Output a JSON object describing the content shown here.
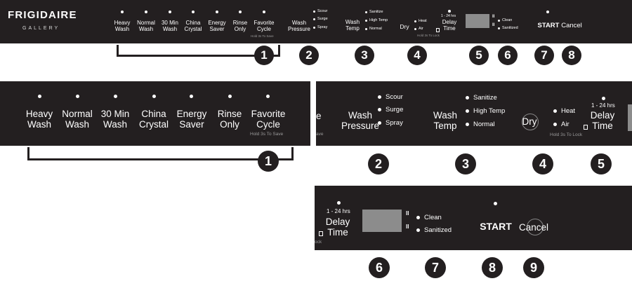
{
  "brand": {
    "name": "FRIGIDAIRE",
    "line": "GALLERY"
  },
  "wash_cycles": {
    "heavy_wash": "Heavy\nWash",
    "normal_wash": "Normal\nWash",
    "thirty_min_wash": "30 Min\nWash",
    "china_crystal": "China\nCrystal",
    "energy_saver": "Energy\nSaver",
    "rinse_only": "Rinse\nOnly",
    "favorite_cycle": "Favorite\nCycle",
    "hold_to_save": "Hold 3s To Save"
  },
  "wash_pressure": {
    "label": "Wash\nPressure",
    "options": [
      "Scour",
      "Surge",
      "Spray"
    ]
  },
  "wash_temp": {
    "label": "Wash\nTemp",
    "options": [
      "Sanitize",
      "High Temp",
      "Normal"
    ]
  },
  "dry": {
    "label": "Dry",
    "options": [
      "Heat",
      "Air"
    ],
    "hold_to_lock": "Hold 3s To Lock"
  },
  "delay_time": {
    "range": "1 - 24 hrs",
    "label": "Delay\nTime"
  },
  "status": {
    "options": [
      "Clean",
      "Sanitized"
    ]
  },
  "start_label": "START",
  "cancel_label": "Cancel",
  "callouts": {
    "top": [
      "1",
      "2",
      "3",
      "4",
      "5",
      "6",
      "7",
      "8"
    ],
    "middle": [
      "1",
      "2",
      "3",
      "4",
      "5"
    ],
    "bottom": [
      "6",
      "7",
      "8",
      "9"
    ]
  },
  "cropped_fragments": {
    "pressure_edge": "e",
    "save_edge": "ave",
    "lock_edge": "ock"
  },
  "colors": {
    "panel": "#231f20",
    "text": "#ffffff",
    "display": "#8c8c8c",
    "background": "#ffffff"
  }
}
